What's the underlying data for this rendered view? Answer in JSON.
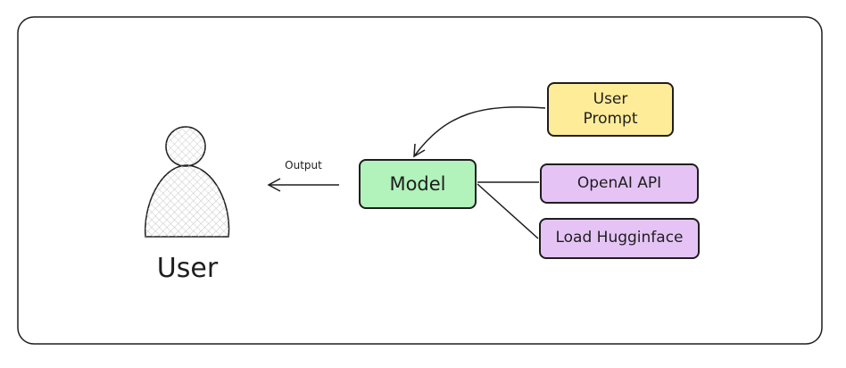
{
  "diagram": {
    "actor": {
      "label": "User",
      "icon": "person-icon"
    },
    "nodes": {
      "model": {
        "label": "Model",
        "color": "#b2f2bb"
      },
      "user_prompt": {
        "line1": "User",
        "line2": "Prompt",
        "color": "#ffec99"
      },
      "openai_api": {
        "label": "OpenAI API",
        "color": "#e5c4f5"
      },
      "load_huggingface": {
        "label": "Load Hugginface",
        "color": "#e5c4f5"
      }
    },
    "edges": {
      "output_label": "Output"
    }
  }
}
